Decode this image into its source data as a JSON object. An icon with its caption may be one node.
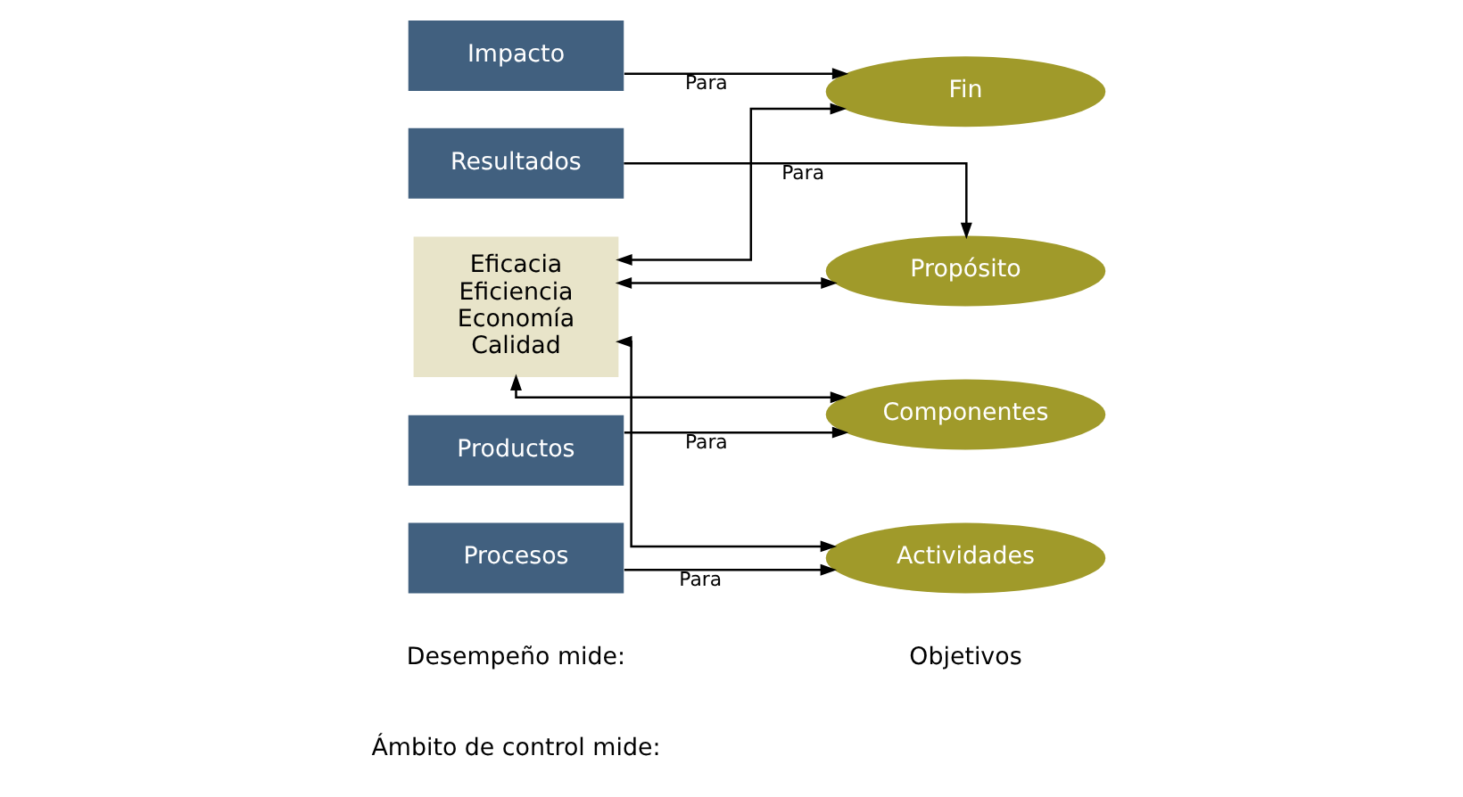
{
  "diagram": {
    "nodes": [
      {
        "text": [
          "Impacto"
        ]
      },
      {
        "text": [
          "Resultados"
        ]
      },
      {
        "text": [
          "Productos"
        ]
      },
      {
        "text": [
          "Procesos"
        ]
      },
      {
        "text": [
          "Fin"
        ]
      },
      {
        "text": [
          "Propósito"
        ]
      },
      {
        "text": [
          "Componentes"
        ]
      },
      {
        "text": [
          "Actividades"
        ]
      },
      {
        "text": [
          "Eficacia",
          "Eficiencia",
          "Economía",
          "Calidad"
        ]
      }
    ],
    "edges": [
      {
        "from": 0,
        "to": 4,
        "arrow": "to",
        "label": "Para"
      },
      {
        "from": 1,
        "to": 5,
        "arrow": "to",
        "label": "Para"
      },
      {
        "from": 2,
        "to": 6,
        "arrow": "to",
        "label": "Para"
      },
      {
        "from": 3,
        "to": 7,
        "arrow": "to",
        "label": "Para"
      },
      {
        "from": 8,
        "to": 4,
        "arrow": "both"
      },
      {
        "from": 8,
        "to": 5,
        "arrow": "both"
      },
      {
        "from": 8,
        "to": 6,
        "arrow": "both"
      },
      {
        "from": 8,
        "to": 7,
        "arrow": "both"
      }
    ],
    "labels": [
      "Ámbito de control mide:",
      "Objetivos",
      "Desempeño mide:"
    ]
  }
}
